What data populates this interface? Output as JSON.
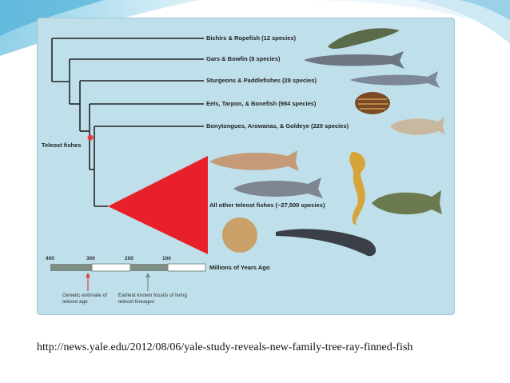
{
  "diagram": {
    "clade_labels": [
      "Bichirs & Ropefish (12 species)",
      "Gars & Bowfin (8 species)",
      "Sturgeons & Paddlefishes (28 species)",
      "Eels, Tarpon, & Bonefish (984 species)",
      "Bonytongues, Arowanas, & Goldeye (220 species)",
      "All other teleost fishes (~27,500 species)"
    ],
    "teleost_label": "Teleost fishes",
    "timescale": {
      "ticks": [
        "400",
        "300",
        "200",
        "100"
      ],
      "unit_label": "Millions of Years Ago"
    },
    "annotations": {
      "genetic": "Genetic estimate of teleost age",
      "fossil": "Earliest known fossils of living teleost lineages"
    },
    "colors": {
      "panel": "#bfe0ea",
      "triangle": "#e8202a",
      "node_marker": "#e83a3a",
      "scale_dark": "#7d8f84",
      "genetic_arrow": "#e04040",
      "fossil_arrow": "#7a8a86"
    }
  },
  "caption": {
    "text": "http://news.yale.edu/2012/08/06/yale-study-reveals-new-family-tree-ray-finned-fish"
  }
}
